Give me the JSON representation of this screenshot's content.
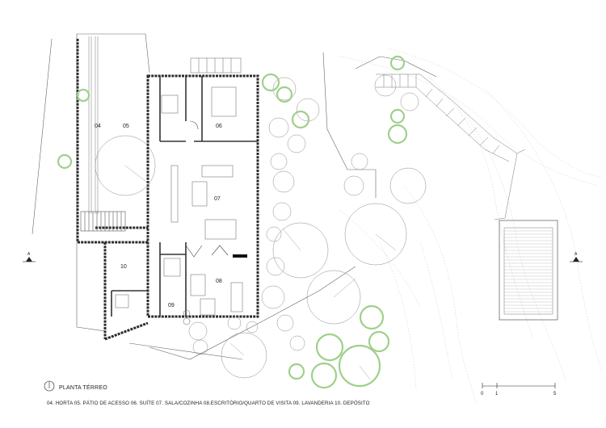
{
  "plan": {
    "title": "PLANTA TÉRREO",
    "legend": "04. HORTA 05. PÁTIO DE ACESSO 06. SUÍTE 07. SALA/COZINHA 08.ESCRITÓRIO/QUARTO DE VISITA 09. LAVANDERIA 10. DEPÓSITO",
    "rooms": {
      "r04": "04",
      "r05": "05",
      "r06": "06",
      "r07": "07",
      "r08": "08",
      "r09": "09",
      "r10": "10"
    },
    "scale": {
      "zero": "0",
      "one": "1",
      "five": "5"
    },
    "section_marker": "A",
    "colors": {
      "line": "#555555",
      "tree_green": "#9fd08a",
      "wall": "#2b2b2b"
    }
  }
}
